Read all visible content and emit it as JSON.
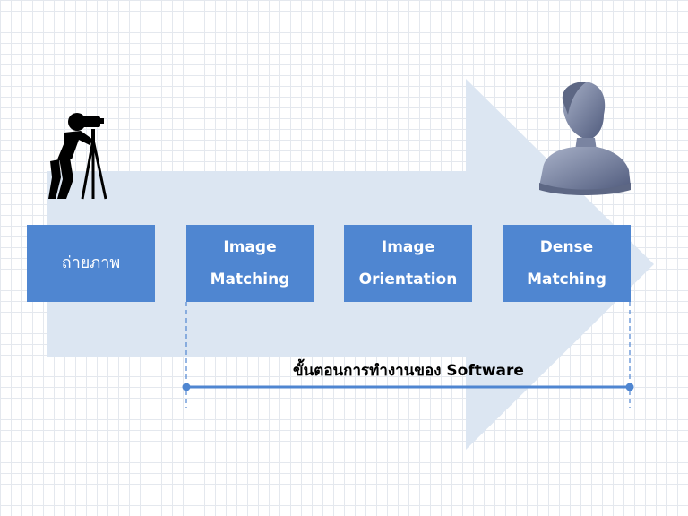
{
  "stages": [
    {
      "lines": [
        "ถ่ายภาพ"
      ]
    },
    {
      "lines": [
        "Image",
        "Matching"
      ]
    },
    {
      "lines": [
        "Image",
        "Orientation"
      ]
    },
    {
      "lines": [
        "Dense",
        "Matching"
      ]
    }
  ],
  "software_label": "ขั้นตอนการทำงานของ  Software",
  "icons": {
    "photographer": "photographer-with-tripod-icon",
    "bust": "3d-bust-model"
  },
  "colors": {
    "box": "#4f86d1",
    "arrow": "#dce6f2",
    "line": "#4f86d1",
    "text_on_box": "#ffffff"
  }
}
